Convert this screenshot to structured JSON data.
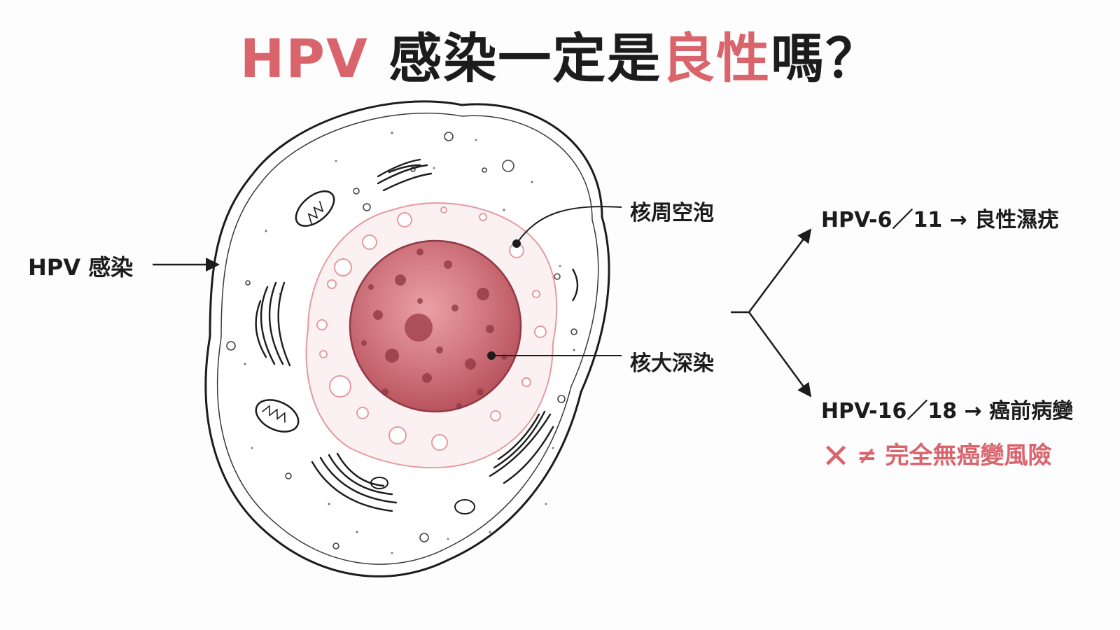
{
  "title": {
    "part1": "HPV",
    "part2": "感染一定是",
    "part3": "良性",
    "part4": "嗎？"
  },
  "labels": {
    "hpv_infection": "HPV 感染",
    "perinuclear_vacuole": "核周空泡",
    "nucleus_hyperchromasia": "核大深染",
    "benign_path": "HPV-6／11 → 良性濕疣",
    "precancer_path": "HPV-16／18 → 癌前病變"
  },
  "warning": {
    "symbol": "✕",
    "text": "≠ 完全無癌變風險"
  },
  "colors": {
    "accent": "#d9646c",
    "ink": "#1c1c1c",
    "nucleus": "#c9636b",
    "halo": "#e59aa0"
  }
}
